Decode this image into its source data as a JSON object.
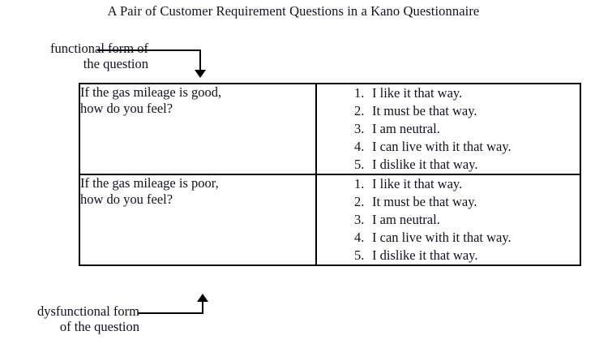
{
  "title": "A Pair of Customer Requirement Questions in a Kano Questionnaire",
  "callouts": {
    "functional": {
      "line1": "functional form of",
      "line2": "the question",
      "arrow": "arrow-down"
    },
    "dysfunctional": {
      "line1": "dysfunctional form",
      "line2": "of the question",
      "arrow": "arrow-up"
    }
  },
  "table": {
    "rows": [
      {
        "id": "functional-question",
        "question_line1": "If the gas mileage is good,",
        "question_line2": "how do you feel?",
        "answers": [
          {
            "num": "1.",
            "text": "I like it that way."
          },
          {
            "num": "2.",
            "text": "It must be that way."
          },
          {
            "num": "3.",
            "text": "I am neutral."
          },
          {
            "num": "4.",
            "text": "I can live with it that way."
          },
          {
            "num": "5.",
            "text": "I dislike it that way."
          }
        ]
      },
      {
        "id": "dysfunctional-question",
        "question_line1": "If the gas mileage is poor,",
        "question_line2": "how do you feel?",
        "answers": [
          {
            "num": "1.",
            "text": "I like it that way."
          },
          {
            "num": "2.",
            "text": "It must be that way."
          },
          {
            "num": "3.",
            "text": "I am neutral."
          },
          {
            "num": "4.",
            "text": "I can live with it that way."
          },
          {
            "num": "5.",
            "text": "I dislike it that way."
          }
        ]
      }
    ]
  },
  "colors": {
    "text": "#111122",
    "border": "#000000",
    "background": "#ffffff"
  }
}
